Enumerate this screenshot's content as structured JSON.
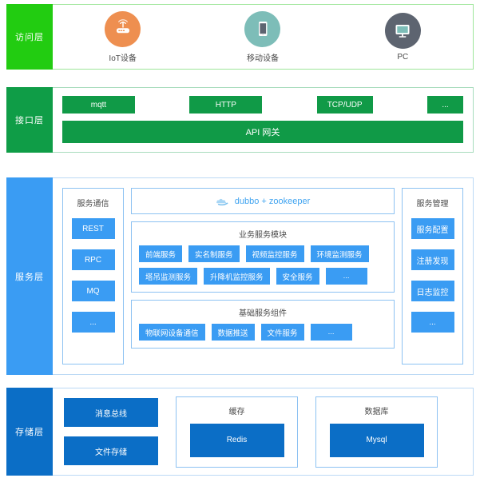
{
  "colors": {
    "access_label_bg": "#22cc11",
    "access_border": "#9ee69a",
    "interface_label_bg": "#0f9d47",
    "interface_chip": "#109a47",
    "service_label_bg": "#3a9cf3",
    "service_chip": "#3a9cf3",
    "service_border": "#8dc2f2",
    "storage_label_bg": "#0b6ec6",
    "storage_chip": "#0b6ec6",
    "iot_icon_bg": "#ee8f50",
    "mobile_icon_bg": "#7dbdb8",
    "pc_icon_bg": "#5d6470",
    "dubbo_text": "#41a4f0"
  },
  "access_layer": {
    "label": "访问层",
    "devices": [
      {
        "icon": "router-icon",
        "caption": "IoT设备"
      },
      {
        "icon": "tablet-icon",
        "caption": "移动设备"
      },
      {
        "icon": "monitor-icon",
        "caption": "PC"
      }
    ]
  },
  "interface_layer": {
    "label": "接口层",
    "protocols": [
      "mqtt",
      "HTTP",
      "TCP/UDP",
      "..."
    ],
    "gateway": "API 网关"
  },
  "service_layer": {
    "label": "服务层",
    "service_communication": {
      "title": "服务通信",
      "items": [
        "REST",
        "RPC",
        "MQ",
        "..."
      ]
    },
    "registry": {
      "icon": "dubbo-cloud-icon",
      "text": "dubbo + zookeeper"
    },
    "business_modules": {
      "title": "业务服务模块",
      "row1": [
        "前端服务",
        "实名制服务",
        "视频监控服务",
        "环境监测服务"
      ],
      "row2": [
        "塔吊监测服务",
        "升降机监控服务",
        "安全服务",
        "..."
      ]
    },
    "basic_components": {
      "title": "基础服务组件",
      "items": [
        "物联网设备通信",
        "数据推送",
        "文件服务",
        "..."
      ]
    },
    "service_management": {
      "title": "服务管理",
      "items": [
        "服务配置",
        "注册发现",
        "日志监控",
        "..."
      ]
    }
  },
  "storage_layer": {
    "label": "存储层",
    "stack": [
      "消息总线",
      "文件存储"
    ],
    "cache": {
      "title": "缓存",
      "item": "Redis"
    },
    "database": {
      "title": "数据库",
      "item": "Mysql"
    }
  }
}
